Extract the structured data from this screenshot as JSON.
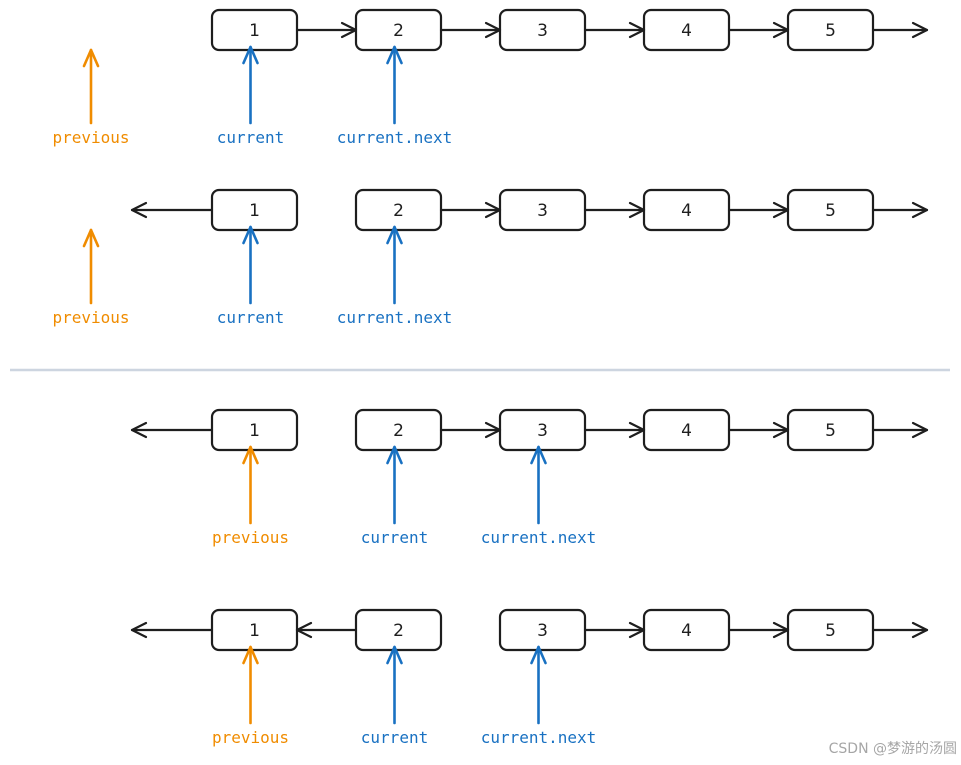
{
  "colors": {
    "previous": "#f08c00",
    "current": "#1971c2",
    "node_stroke": "#1e1e1e",
    "divider": "#cdd5e0"
  },
  "nodes": [
    "1",
    "2",
    "3",
    "4",
    "5"
  ],
  "pointer_labels": {
    "previous": "previous",
    "current": "current",
    "current_next": "current.next"
  },
  "watermark": "CSDN @梦游的汤圆",
  "steps": [
    {
      "links": [
        "forward",
        "forward",
        "forward",
        "forward",
        "forward"
      ],
      "head_link": "none",
      "pointers": [
        {
          "name": "previous",
          "target": null
        },
        {
          "name": "current",
          "target": "1"
        },
        {
          "name": "current_next",
          "target": "2"
        }
      ]
    },
    {
      "links": [
        "none",
        "forward",
        "forward",
        "forward",
        "forward"
      ],
      "head_link": "backward",
      "pointers": [
        {
          "name": "previous",
          "target": null
        },
        {
          "name": "current",
          "target": "1"
        },
        {
          "name": "current_next",
          "target": "2"
        }
      ]
    },
    {
      "links": [
        "none",
        "forward",
        "forward",
        "forward",
        "forward"
      ],
      "head_link": "backward",
      "pointers": [
        {
          "name": "previous",
          "target": "1"
        },
        {
          "name": "current",
          "target": "2"
        },
        {
          "name": "current_next",
          "target": "3"
        }
      ]
    },
    {
      "links": [
        "backward",
        "none",
        "forward",
        "forward",
        "forward"
      ],
      "head_link": "backward",
      "pointers": [
        {
          "name": "previous",
          "target": "1"
        },
        {
          "name": "current",
          "target": "2"
        },
        {
          "name": "current_next",
          "target": "3"
        }
      ]
    }
  ]
}
